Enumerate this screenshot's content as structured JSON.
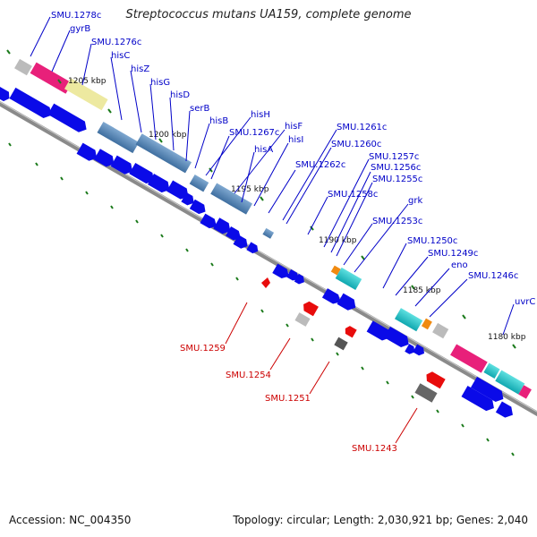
{
  "title": "Streptococcus mutans UA159, complete genome",
  "footer": {
    "accession": "Accession: NC_004350",
    "summary": "Topology: circular; Length: 2,030,921 bp; Genes: 2,040"
  },
  "ticks": [
    "1205 kbp",
    "1200 kbp",
    "1195 kbp",
    "1190 kbp",
    "1185 kbp",
    "1180 kbp"
  ],
  "forward_gene_labels": [
    "SMU.1278c",
    "gyrB",
    "SMU.1276c",
    "hisC",
    "hisZ",
    "hisG",
    "hisD",
    "serB",
    "hisB",
    "hisH",
    "SMU.1267c",
    "hisF",
    "hisI",
    "hisA",
    "SMU.1262c",
    "SMU.1261c",
    "SMU.1260c",
    "SMU.1257c",
    "SMU.1256c",
    "SMU.1255c",
    "SMU.1258c",
    "grk",
    "SMU.1253c",
    "SMU.1250c",
    "SMU.1249c",
    "eno",
    "SMU.1246c",
    "uvrC"
  ],
  "reverse_gene_labels": [
    "SMU.1259",
    "SMU.1254",
    "SMU.1251",
    "SMU.1243"
  ],
  "colors": {
    "cds": "#0a0ae8",
    "cog_steelblue": "#4f84b8",
    "cog_pink": "#e8207a",
    "cog_khaki": "#ede9a0",
    "cog_cyan": "#20c8c8",
    "cog_orange": "#f08a10",
    "cog_gray": "#a8a8a8",
    "reverse_cds": "#e80c0c",
    "label_blue": "#0000c8",
    "label_red": "#cc0000",
    "tick_green": "#1a7a1a"
  }
}
